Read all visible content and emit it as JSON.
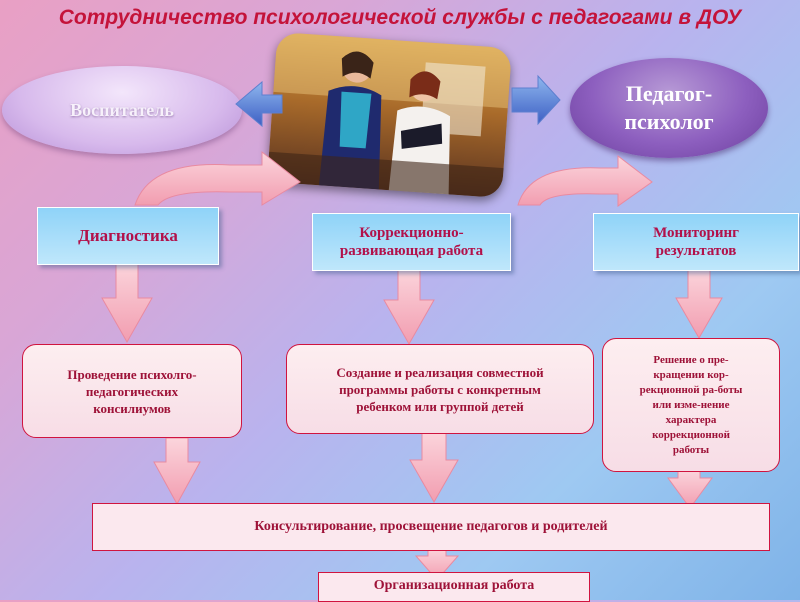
{
  "title": "Сотрудничество психологической службы с педагогами в ДОУ",
  "ovals": {
    "left": "Воспитатель",
    "right": "Педагог-психолог"
  },
  "headers": {
    "diagnostics": "Диагностика",
    "correction": "Коррекционно-развивающая работа",
    "monitoring": "Мониторинг результатов"
  },
  "boxes": {
    "consilium": "Проведение психолго-педагогических консилиумов",
    "program": "Создание и реализация совместной программы работы с конкретным ребенком или группой детей",
    "decision": "Решение о пре-кращении кор-рекционной ра-боты или изме-нение характера коррекционной работы"
  },
  "bottom": {
    "consulting": "Консультирование, просвещение педагогов и родителей",
    "organization": "Организационная работа"
  },
  "colors": {
    "title": "#c4133a",
    "header_text": "#b2114a",
    "box_border": "#d0143f",
    "arrow_fill": "#f7b9c4"
  }
}
